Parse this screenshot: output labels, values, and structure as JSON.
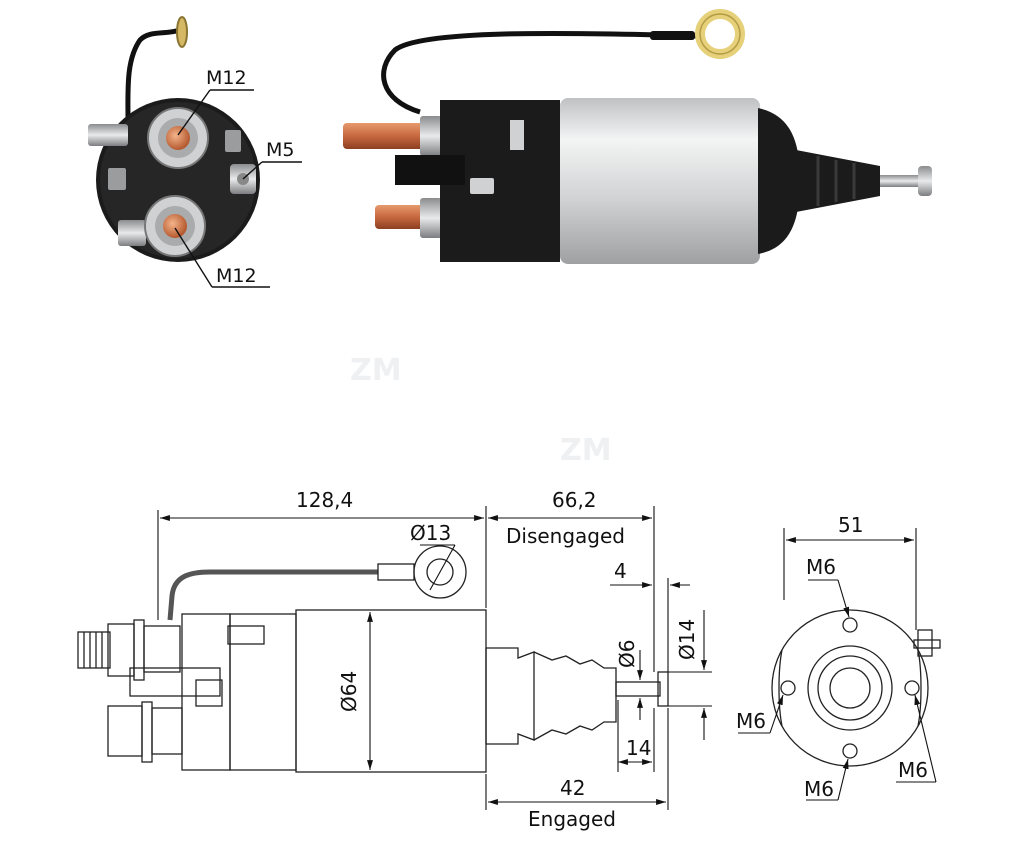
{
  "brand": {
    "watermark": "ZM"
  },
  "photo_end_view": {
    "callouts": {
      "top_terminal": "M12",
      "small_terminal": "M5",
      "bottom_terminal": "M12"
    }
  },
  "drawing_side_view": {
    "dims": {
      "overall_length": "128,4",
      "eyelet_diameter": "Ø13",
      "body_diameter": "Ø64",
      "stroke_disengaged": "66,2",
      "state_disengaged": "Disengaged",
      "head_thickness": "4",
      "rod_diameter": "Ø6",
      "head_diameter": "Ø14",
      "rod_length": "14",
      "stroke_engaged": "42",
      "state_engaged": "Engaged"
    }
  },
  "drawing_end_view": {
    "dims": {
      "flange_width": "51",
      "hole_top": "M6",
      "hole_left": "M6",
      "hole_right": "M6",
      "hole_bottom": "M6"
    }
  },
  "colors": {
    "copper": "#c7683f",
    "housing_black": "#1b1b1b",
    "silver_body": "#d8d9da",
    "eyelet_brass": "#e6d07a"
  }
}
